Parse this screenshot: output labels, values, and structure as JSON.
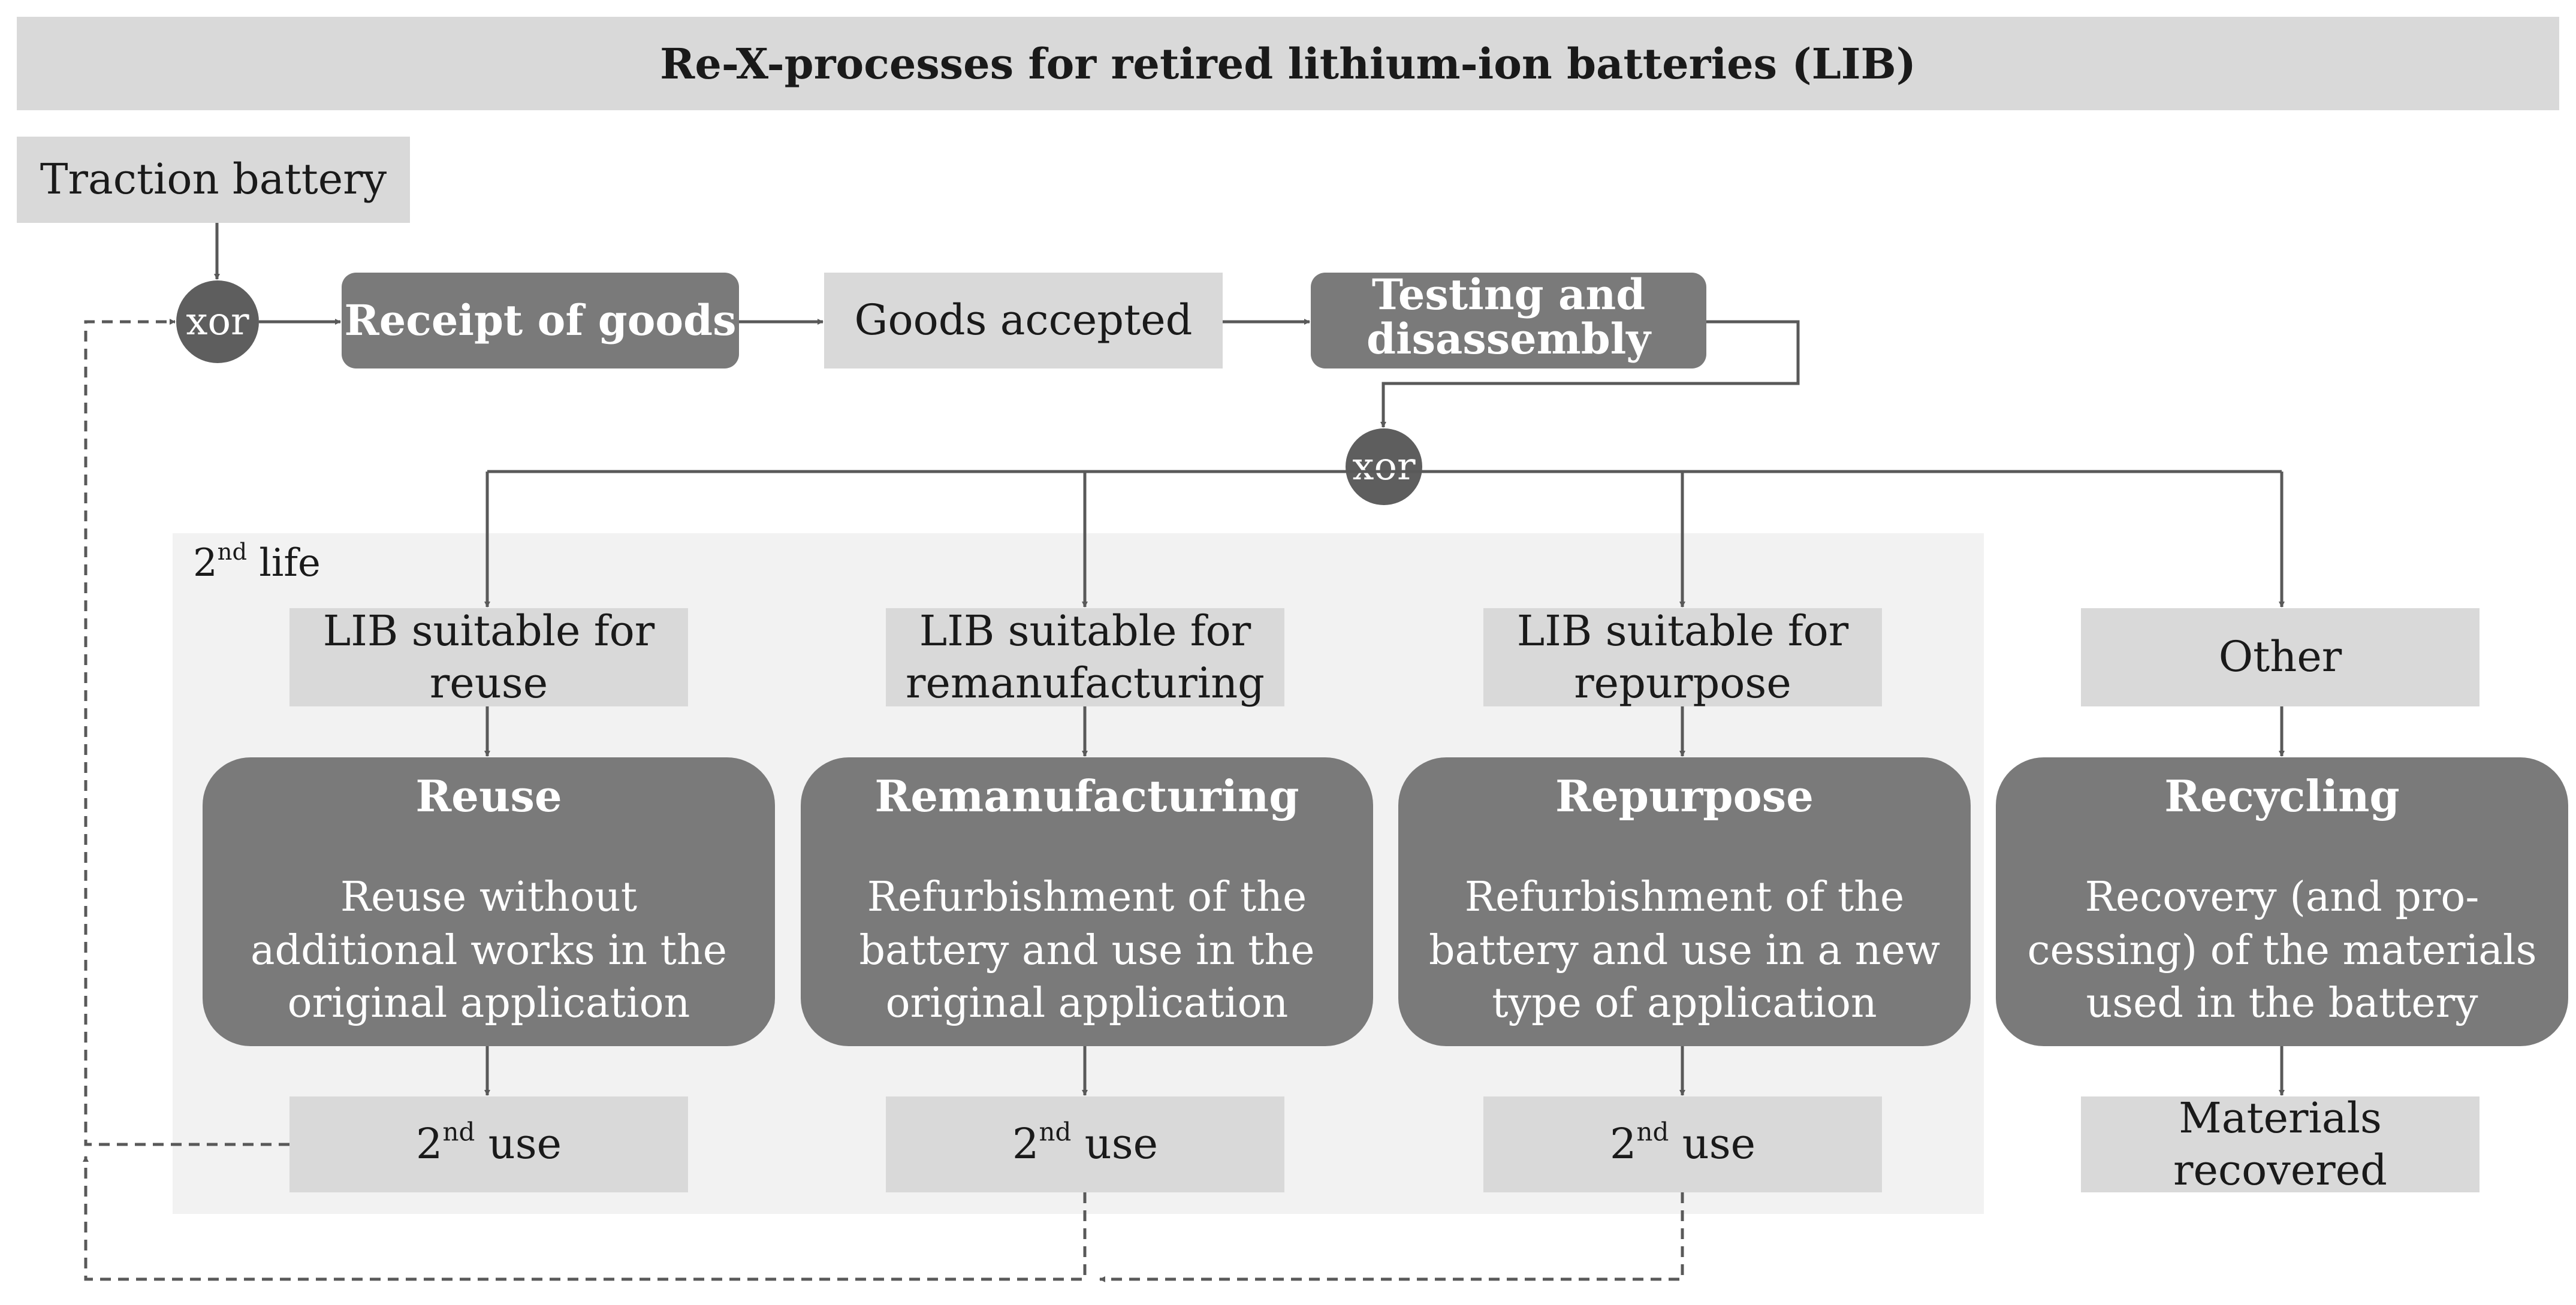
{
  "title": "Re-X-processes for retired lithium-ion batteries (LIB)",
  "nodes": {
    "traction_battery": "Traction battery",
    "xor_top": "xor",
    "receipt_of_goods": "Receipt of goods",
    "goods_accepted": "Goods accepted",
    "testing_disassembly": "Testing and\ndisassembly",
    "xor_branch": "xor",
    "second_life_base": "2",
    "second_life_sup": "nd",
    "second_life_rest": " life",
    "lib_reuse": "LIB suitable for\nreuse",
    "lib_reman": "LIB suitable for\nremanufacturing",
    "lib_repurpose": "LIB suitable for\nrepurpose",
    "other": "Other",
    "reuse_title": "Reuse",
    "reuse_desc": "Reuse without\nadditional works in the\noriginal application",
    "reman_title": "Remanufacturing",
    "reman_desc": "Refurbishment of the\nbattery and use in the\noriginal application",
    "repurpose_title": "Repurpose",
    "repurpose_desc": "Refurbishment of the\nbattery and use in a new\ntype of application",
    "recycling_title": "Recycling",
    "recycling_desc": "Recovery (and pro-\ncessing) of the materials\nused in the battery",
    "second_use_base": "2",
    "second_use_sup": "nd",
    "second_use_rest": " use",
    "materials_recovered": "Materials\nrecovered"
  },
  "colors": {
    "light_box": "#d9d9d9",
    "dark_box": "#7a7a7a",
    "xor_circle": "#5e5e5e",
    "second_life_area": "#f2f2f2",
    "arrow": "#595959"
  }
}
